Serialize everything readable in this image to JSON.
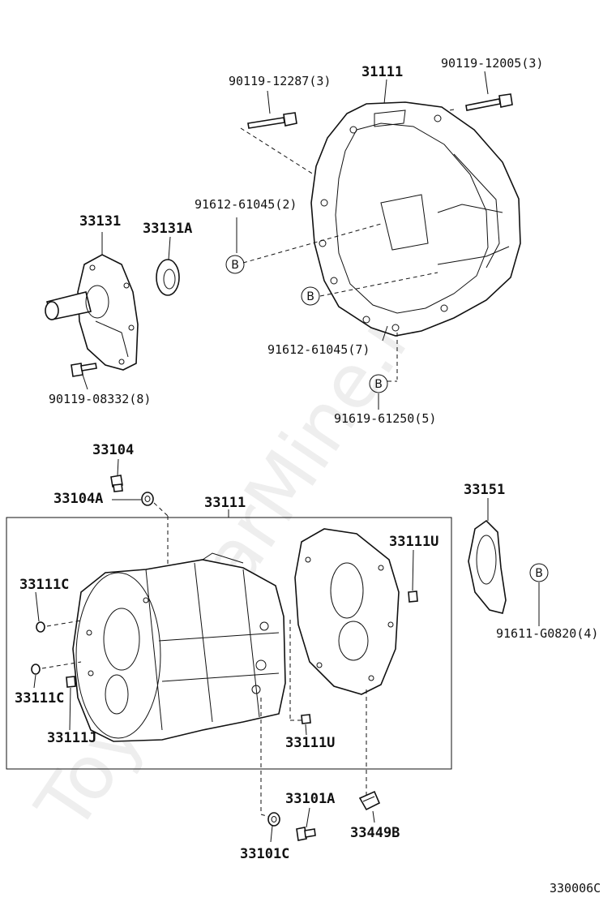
{
  "watermark": "ToyotaCarMine.ru",
  "figure_code": "330006C",
  "callout_letter": "B",
  "labels": {
    "p1": "90119-12287(3)",
    "p2": "31111",
    "p3": "90119-12005(3)",
    "p4": "91612-61045(2)",
    "p5": "33131",
    "p6": "33131A",
    "p7": "91612-61045(7)",
    "p8": "90119-08332(8)",
    "p9": "91619-61250(5)",
    "p10": "33104",
    "p11": "33104A",
    "p12": "33111",
    "p13": "33151",
    "p14": "33111U",
    "p15": "33111C",
    "p16": "91611-G0820(4)",
    "p17": "33111C",
    "p18": "33111J",
    "p19": "33111U",
    "p20": "33101A",
    "p21": "33449B",
    "p22": "33101C"
  }
}
